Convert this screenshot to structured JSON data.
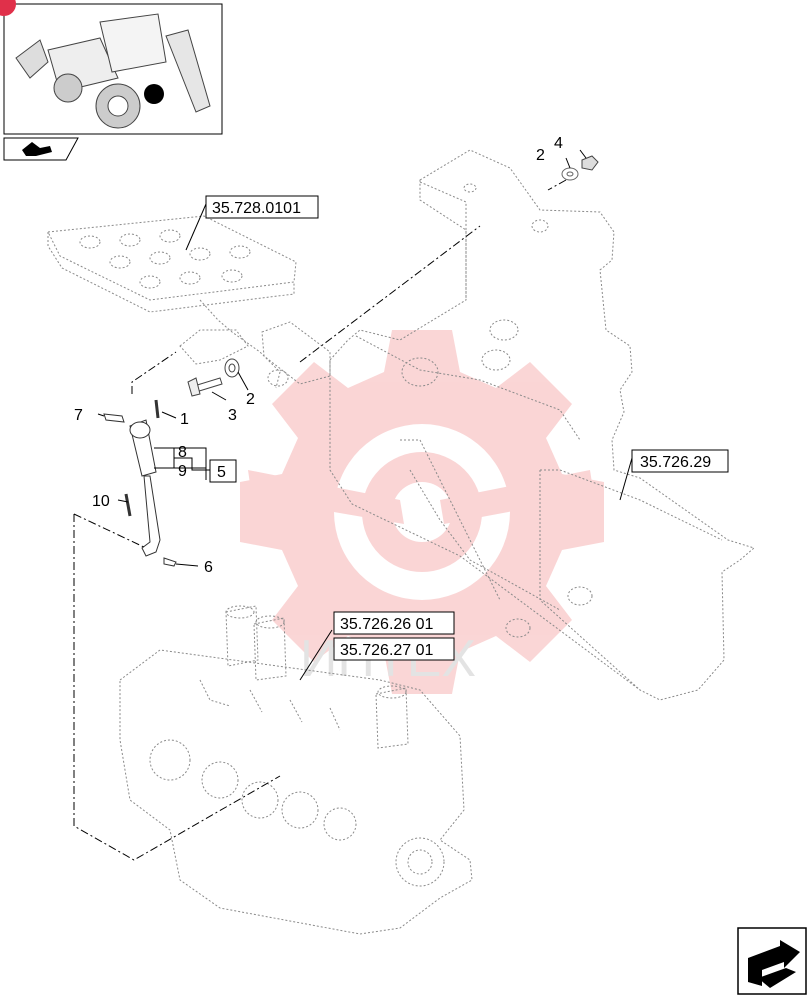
{
  "callouts": [
    "1",
    "2",
    "3",
    "2",
    "4",
    "7",
    "8",
    "9",
    "5",
    "10",
    "6"
  ],
  "references": {
    "pedal": "35.728.0101",
    "frame": "35.726.29",
    "valve_a": "35.726.26 01",
    "valve_b": "35.726.27 01"
  },
  "icons": {
    "thumbnail": "backhoe-loader-thumbnail-icon",
    "next_page": "next-page-arrow-icon",
    "watermark": "gear-wrench-watermark-icon"
  },
  "watermark_text": "ИНТЕХ",
  "colors": {
    "watermark": "#f2a8a8",
    "line": "#000000",
    "part_outline": "#8a8a8a",
    "badge": "#e0304a"
  }
}
